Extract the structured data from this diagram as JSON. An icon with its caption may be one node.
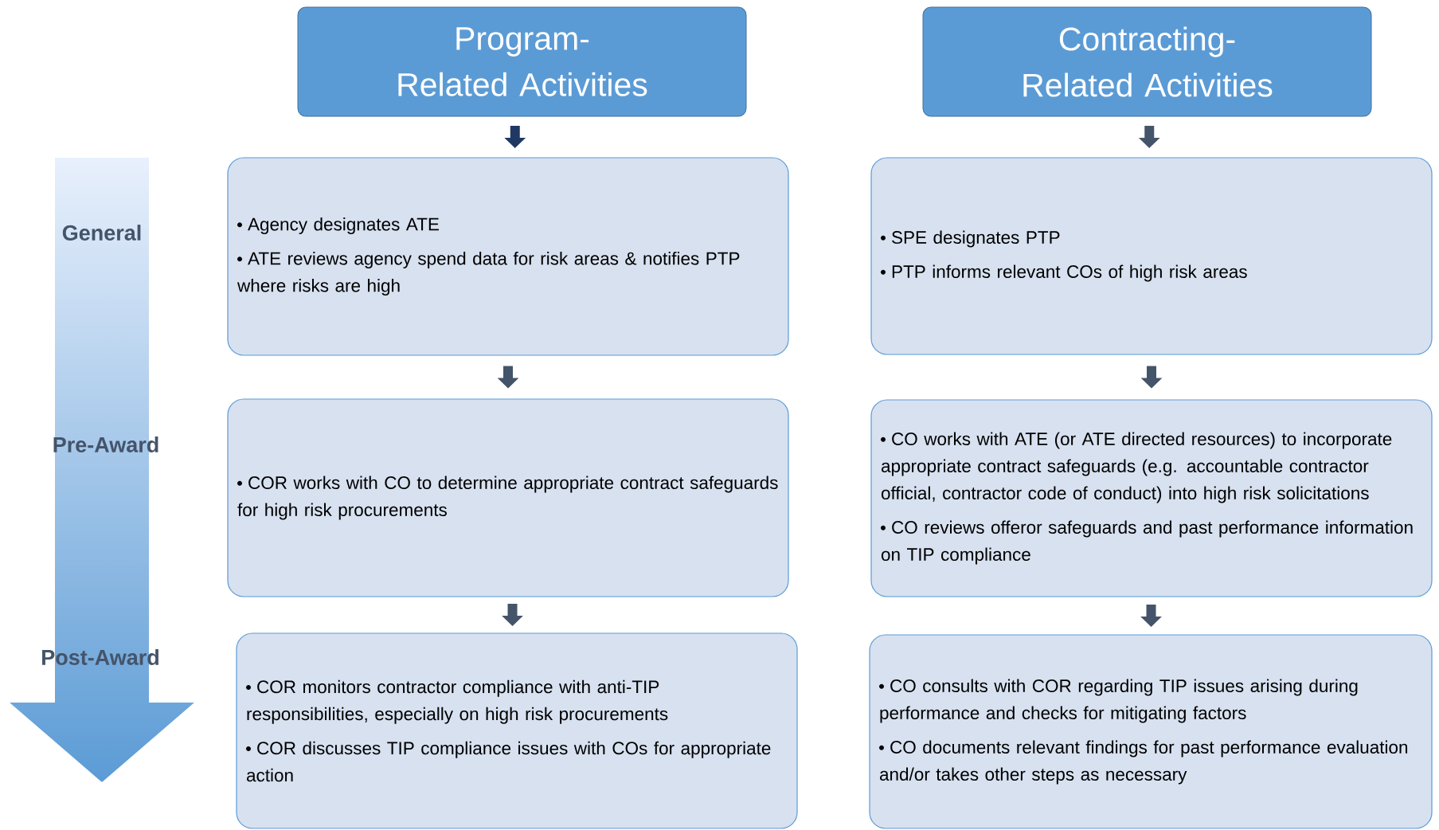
{
  "diagram": {
    "nodes": [
      {
        "text": [
          "Program-Related Activities"
        ]
      },
      {
        "text": [
          "Contracting-Related Activities"
        ]
      },
      {
        "text": [
          "Agency designates ATE",
          "ATE reviews agency spend data for risk areas & notifies PTP where risks are high"
        ]
      },
      {
        "text": [
          "SPE designates PTP",
          "PTP informs relevant COs of high risk areas"
        ]
      },
      {
        "text": [
          "COR works with CO to determine appropriate contract safeguards for high risk procurements"
        ]
      },
      {
        "text": [
          "CO works with ATE (or ATE directed resources) to incorporate appropriate contract safeguards (e.g. accountable contractor official, contractor code of conduct) into high risk solicitations",
          "CO reviews offeror safeguards and past performance information on TIP compliance"
        ]
      },
      {
        "text": [
          "COR monitors contractor compliance with anti-TIP responsibilities, especially on high risk procurements",
          "COR discusses TIP compliance issues with COs for appropriate action"
        ]
      },
      {
        "text": [
          "CO consults with COR regarding TIP issues arising during performance and checks for mitigating factors",
          "CO documents relevant findings for past performance evaluation and/or takes other steps as necessary"
        ]
      }
    ],
    "edges": [
      {
        "from": 0,
        "to": 2,
        "arrow": "to",
        "color": "#1f3864"
      },
      {
        "from": 2,
        "to": 4,
        "arrow": "to"
      },
      {
        "from": 4,
        "to": 6,
        "arrow": "to"
      },
      {
        "from": 1,
        "to": 3,
        "arrow": "to"
      },
      {
        "from": 3,
        "to": 5,
        "arrow": "to"
      },
      {
        "from": 5,
        "to": 7,
        "arrow": "to"
      }
    ],
    "labels": [
      "General",
      "Pre-Award",
      "Post-Award"
    ]
  }
}
